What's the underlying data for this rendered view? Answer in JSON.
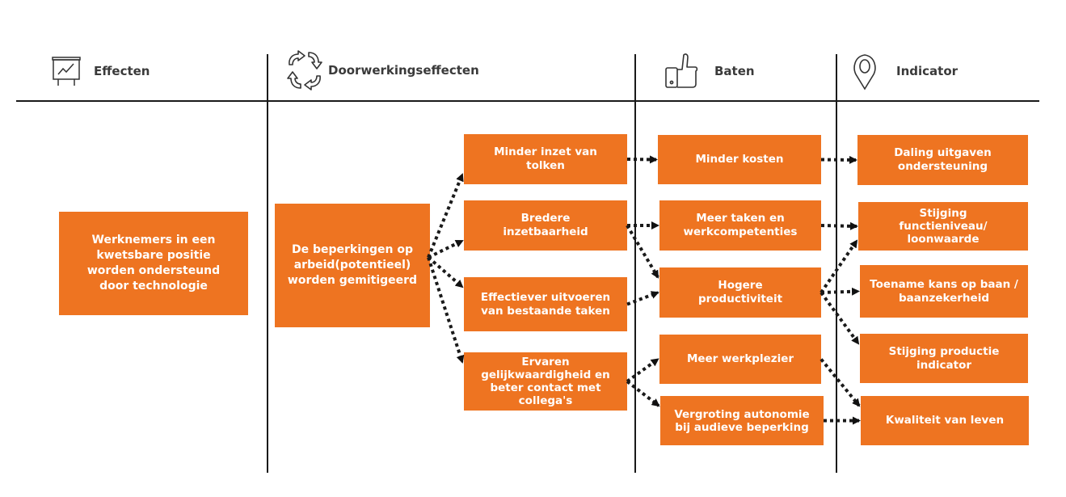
{
  "columns": [
    {
      "id": "effecten",
      "label": "Effecten",
      "icon": "presentation-chart-icon"
    },
    {
      "id": "doorwerkingseffecten",
      "label": "Doorwerkingseffecten",
      "icon": "recycle-arrows-icon"
    },
    {
      "id": "baten",
      "label": "Baten",
      "icon": "thumbs-up-icon"
    },
    {
      "id": "indicator",
      "label": "Indicator",
      "icon": "location-pin-icon"
    }
  ],
  "nodes": {
    "werknemers": "Werknemers in een kwetsbare positie worden ondersteund door technologie",
    "beperkingen": "De beperkingen op arbeid(potentieel) worden gemitigeerd",
    "tolken": "Minder inzet van tolken",
    "bredere": "Bredere inzetbaarheid",
    "effectiever": "Effectiever uitvoeren van bestaande taken",
    "ervaren": "Ervaren gelijkwaardigheid en beter contact met collega's",
    "kosten": "Minder kosten",
    "taken": "Meer taken en werkcompetenties",
    "productiviteit": "Hogere productiviteit",
    "werkplezier": "Meer werkplezier",
    "autonomie": "Vergroting autonomie bij audieve beperking",
    "daling": "Daling uitgaven ondersteuning",
    "functieniveau": "Stijging functieniveau/ loonwaarde",
    "baankans": "Toename kans op baan / baanzekerheid",
    "productie": "Stijging productie indicator",
    "kwaliteit": "Kwaliteit van leven"
  },
  "edges": [
    [
      "beperkingen",
      "tolken"
    ],
    [
      "beperkingen",
      "bredere"
    ],
    [
      "beperkingen",
      "effectiever"
    ],
    [
      "beperkingen",
      "ervaren"
    ],
    [
      "tolken",
      "kosten"
    ],
    [
      "bredere",
      "taken"
    ],
    [
      "bredere",
      "productiviteit"
    ],
    [
      "effectiever",
      "productiviteit"
    ],
    [
      "ervaren",
      "werkplezier"
    ],
    [
      "ervaren",
      "autonomie"
    ],
    [
      "kosten",
      "daling"
    ],
    [
      "taken",
      "functieniveau"
    ],
    [
      "productiviteit",
      "functieniveau"
    ],
    [
      "productiviteit",
      "baankans"
    ],
    [
      "productiviteit",
      "productie"
    ],
    [
      "werkplezier",
      "kwaliteit"
    ],
    [
      "autonomie",
      "kwaliteit"
    ]
  ],
  "colors": {
    "box_fill": "#ee7421",
    "box_text": "#ffffff",
    "line": "#1a1a1a",
    "header_text": "#3a3a3a"
  }
}
